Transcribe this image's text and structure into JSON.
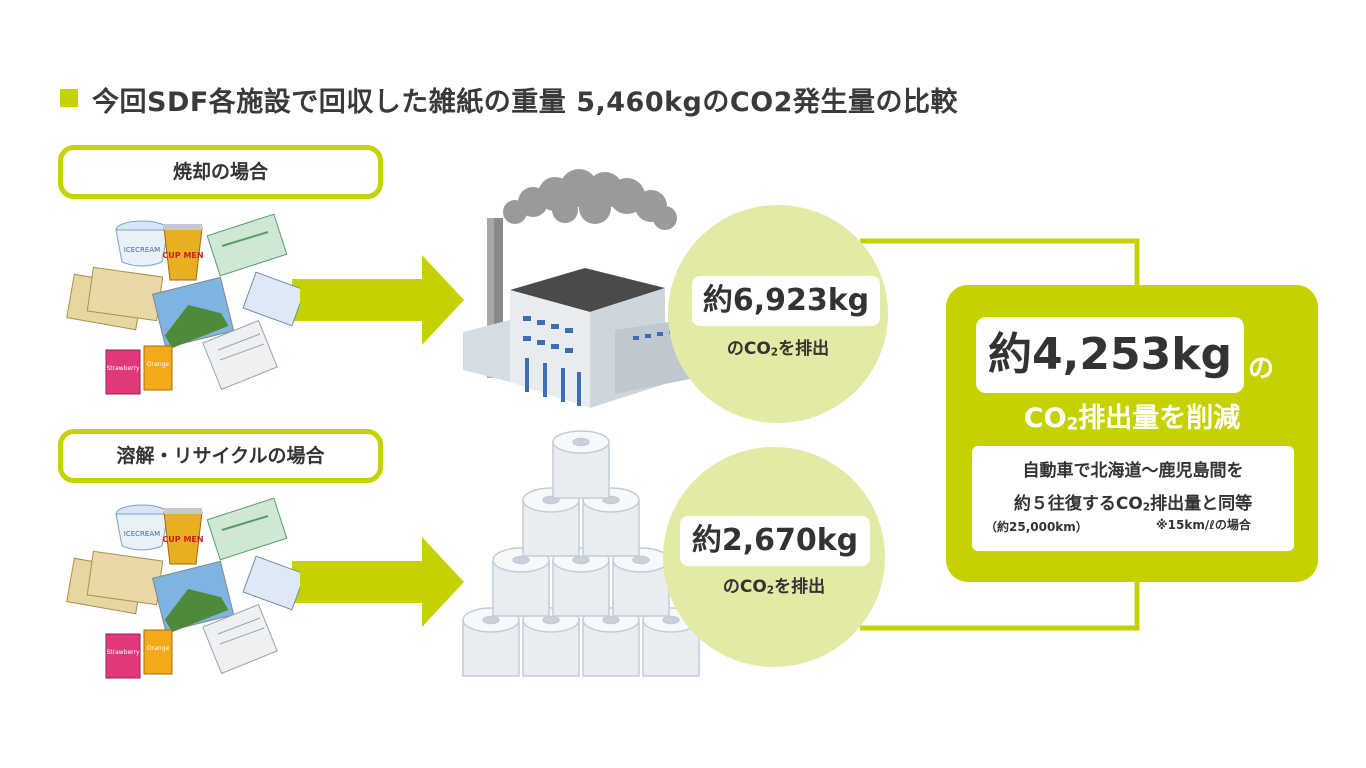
{
  "title": "今回SDF各施設で回収した雑紙の重量 5,460kgのCO2発生量の比較",
  "incineration": {
    "label": "焼却の場合",
    "amount": "約6,923kg",
    "emission_prefix": "のCO",
    "emission_sub": "2",
    "emission_suffix": "を排出"
  },
  "recycling": {
    "label": "溶解・リサイクルの場合",
    "amount": "約2,670kg",
    "emission_prefix": "のCO",
    "emission_sub": "2",
    "emission_suffix": "を排出"
  },
  "result": {
    "amount": "約4,253kg",
    "particle": "の",
    "reduction_prefix": "CO",
    "reduction_sub": "2",
    "reduction_suffix": "排出量を削減",
    "car_line1": "自動車で北海道〜鹿児島間を",
    "car_line2_prefix": "約５往復するCO",
    "car_line2_sub": "2",
    "car_line2_suffix": "排出量と同等",
    "car_note_distance": "（約25,000km）",
    "car_note_condition": "※15km/ℓの場合"
  },
  "illustration_labels": {
    "cup_noodle": "CUP MEN",
    "ice_cream": "ICECREAM",
    "juice1": "Strawberry",
    "juice2": "Orange"
  },
  "colors": {
    "accent": "#c5d200",
    "circle": "#e3eaa6",
    "text": "#333333"
  }
}
